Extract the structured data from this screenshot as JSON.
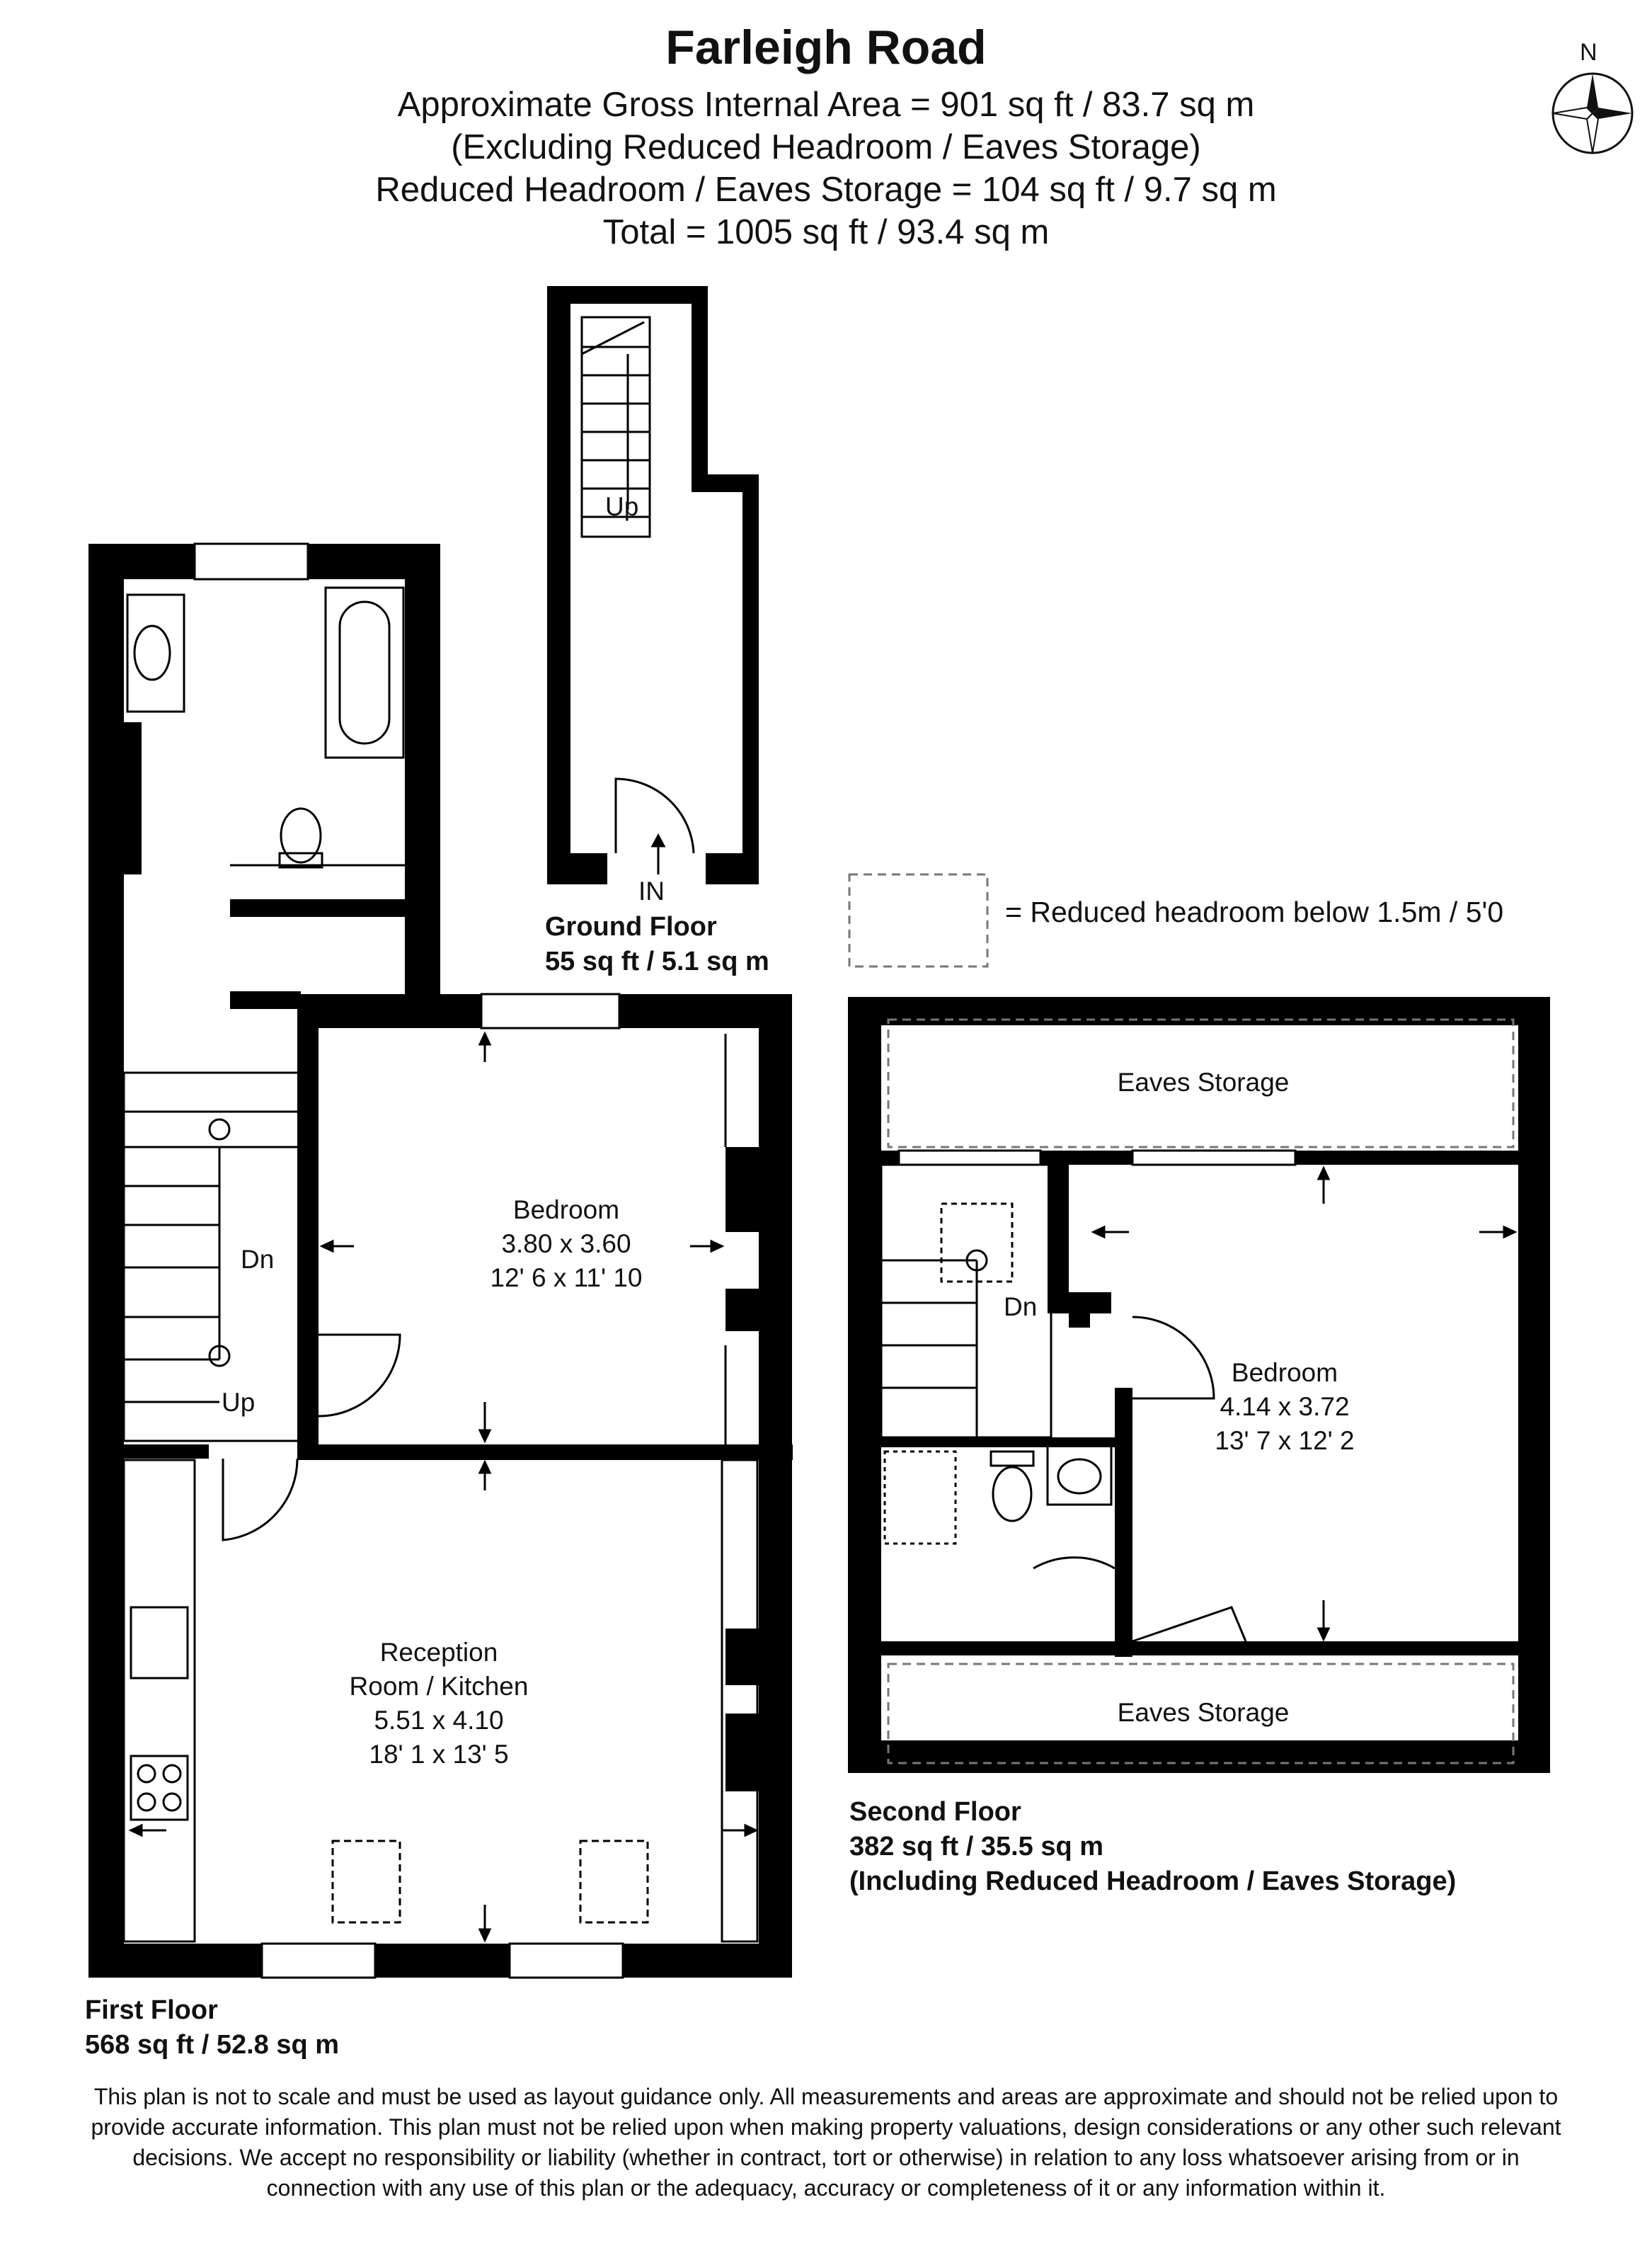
{
  "header": {
    "title": "Farleigh Road",
    "line1": "Approximate Gross Internal Area = 901 sq ft / 83.7 sq m",
    "line2": "(Excluding Reduced Headroom / Eaves Storage)",
    "line3": "Reduced Headroom / Eaves Storage = 104 sq ft / 9.7 sq m",
    "line4": "Total = 1005 sq ft / 93.4 sq m"
  },
  "compass": {
    "north_label": "N",
    "icon": "compass-rose-icon"
  },
  "legend": {
    "text": "= Reduced headroom below 1.5m / 5'0"
  },
  "ground_floor": {
    "name": "Ground Floor",
    "area": "55 sq ft / 5.1 sq m",
    "up_label": "Up",
    "entrance_label": "IN"
  },
  "first_floor": {
    "name": "First Floor",
    "area": "568 sq ft / 52.8 sq m",
    "dn_label": "Dn",
    "up_label": "Up",
    "bedroom": {
      "name": "Bedroom",
      "metric": "3.80 x 3.60",
      "imperial": "12' 6 x 11' 10"
    },
    "reception": {
      "name1": "Reception",
      "name2": "Room / Kitchen",
      "metric": "5.51 x 4.10",
      "imperial": "18' 1 x 13' 5"
    }
  },
  "second_floor": {
    "name": "Second Floor",
    "area": "382 sq ft / 35.5 sq m",
    "note": "(Including Reduced Headroom / Eaves Storage)",
    "dn_label": "Dn",
    "eaves_top": "Eaves Storage",
    "eaves_bottom": "Eaves Storage",
    "bedroom": {
      "name": "Bedroom",
      "metric": "4.14 x 3.72",
      "imperial": "13' 7 x 12' 2"
    }
  },
  "disclaimer": {
    "line1": "This plan is not to scale and must be used as layout guidance only. All measurements and areas are approximate and should not be relied upon to",
    "line2": "provide accurate information. This plan must not be relied upon when making property valuations, design considerations or any other such relevant",
    "line3": "decisions. We accept no responsibility or liability (whether in contract, tort or otherwise) in relation to any loss whatsoever arising from or in",
    "line4": "connection with any use of this plan or the adequacy, accuracy or completeness of it or any information within it."
  }
}
